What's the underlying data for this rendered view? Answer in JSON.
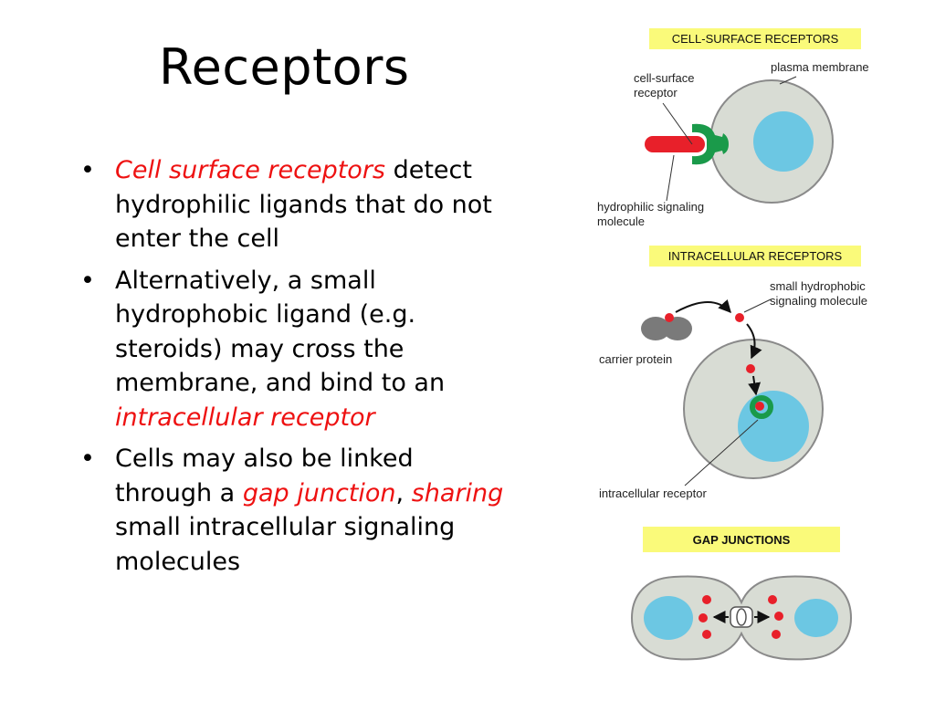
{
  "slide": {
    "title": "Receptors",
    "bullets": [
      {
        "marker": "•",
        "parts": [
          {
            "text": "Cell surface receptors",
            "emph": true
          },
          {
            "text": " detect hydrophilic ligands that do not enter the cell",
            "emph": false
          }
        ]
      },
      {
        "marker": "•",
        "parts": [
          {
            "text": "Alternatively, a small hydrophobic ligand (e.g. steroids) may cross the membrane, and bind to an ",
            "emph": false
          },
          {
            "text": "intracellular receptor",
            "emph": true
          }
        ]
      },
      {
        "marker": "•",
        "parts": [
          {
            "text": "Cells may also be linked through a ",
            "emph": false
          },
          {
            "text": "gap junction",
            "emph": true
          },
          {
            "text": ", ",
            "emph": false
          },
          {
            "text": "sharing",
            "emph": true
          },
          {
            "text": " small intracellular signaling molecules",
            "emph": false
          }
        ]
      }
    ]
  },
  "figure": {
    "panel1": {
      "header": "CELL-SURFACE RECEPTORS",
      "label_receptor_line1": "cell-surface",
      "label_receptor_line2": "receptor",
      "label_membrane": "plasma membrane",
      "label_molecule_line1": "hydrophilic signaling",
      "label_molecule_line2": "molecule"
    },
    "panel2": {
      "header": "INTRACELLULAR RECEPTORS",
      "label_small_line1": "small hydrophobic",
      "label_small_line2": "signaling molecule",
      "label_carrier": "carrier protein",
      "label_intracellular": "intracellular receptor"
    },
    "panel3": {
      "header": "GAP JUNCTIONS"
    },
    "colors": {
      "header_bg": "#fafa7a",
      "cell_fill": "#d8dcd4",
      "cell_stroke": "#8a8a8a",
      "nucleus": "#6cc7e3",
      "receptor_green": "#1a9a4a",
      "ligand_red": "#e8202a",
      "carrier_gray": "#7a7a7a",
      "emphasis_text": "#ee1111"
    }
  }
}
